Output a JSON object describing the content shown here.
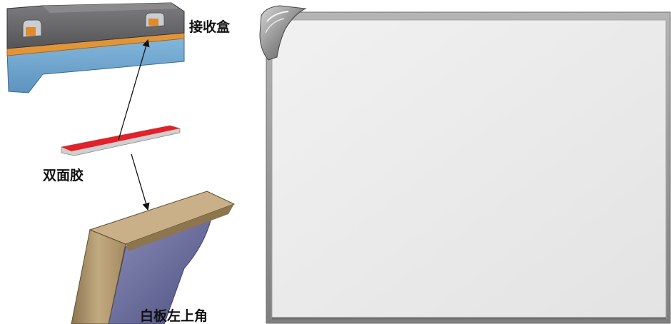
{
  "labels": {
    "receiver_box": "接收盒",
    "double_sided_tape": "双面胶",
    "whiteboard_top_left": "白板左上角"
  },
  "colors": {
    "receiver_body": "#6b6b6e",
    "receiver_base": "#6fa7d1",
    "tape": "#e4202a",
    "frame_wood": "#b29a72",
    "board_inner": "#6e70a0",
    "board_surface": "#ececec",
    "board_frame": "#9a9a9a"
  }
}
